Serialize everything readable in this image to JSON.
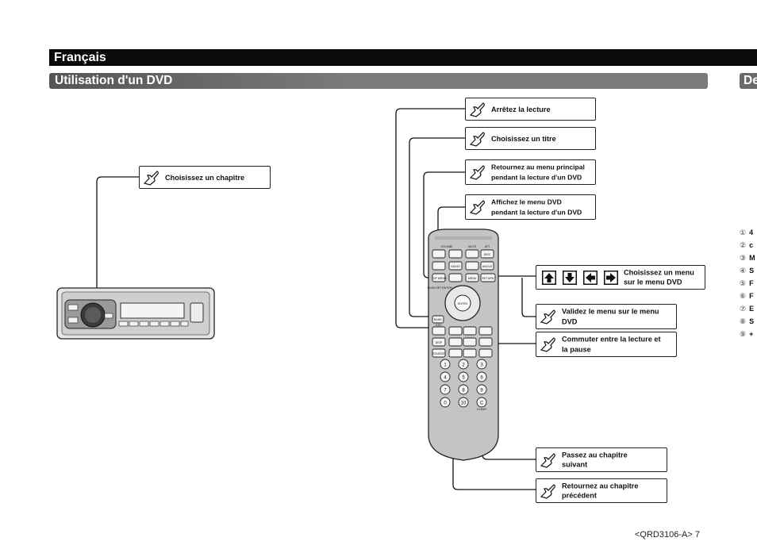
{
  "header": {
    "language": "Français",
    "section_title": "Utilisation d'un DVD",
    "next_section_fragment": "De"
  },
  "callouts": {
    "head_unit_chapter": [
      "Choisissez un chapitre"
    ],
    "stop": [
      "Arrêtez la lecture"
    ],
    "title": [
      "Choisissez un titre"
    ],
    "main_menu": [
      "Retournez au menu principal",
      "pendant la lecture d'un DVD"
    ],
    "dvd_menu": [
      "Affichez le menu DVD",
      "pendant la lecture d'un DVD"
    ],
    "menu_select": [
      "Choisissez un menu",
      "sur le menu DVD"
    ],
    "confirm": [
      "Validez le menu sur le menu",
      "DVD"
    ],
    "play_pause": [
      "Commuter entre la lecture et",
      "la pause"
    ],
    "next_chapter": [
      "Passez au chapitre",
      "suivant"
    ],
    "prev_chapter": [
      "Retournez au chapitre",
      "précédent"
    ]
  },
  "remote_labels": {
    "volume": "VOLUME",
    "mute": "MUTE",
    "att": "ATT",
    "disc": "DISC",
    "audio": "AUDIO",
    "angle": "ANGLE",
    "top_menu": "TOP MENU",
    "menu": "MENU",
    "return": "RETURN",
    "push_set": "PUSH SET ENTER",
    "enter": "ENTER",
    "band": "BAND",
    "esc": "ESC",
    "display": "DISP",
    "source": "SOURCE",
    "clear": "CLEAR",
    "keys": [
      "1",
      "2",
      "3",
      "4",
      "5",
      "6",
      "7",
      "8",
      "9",
      "0",
      "10",
      "C"
    ]
  },
  "side_list": [
    {
      "num": "①",
      "frag": "4"
    },
    {
      "num": "②",
      "frag": "c"
    },
    {
      "num": "③",
      "frag": "M"
    },
    {
      "num": "④",
      "frag": "S"
    },
    {
      "num": "⑤",
      "frag": "F"
    },
    {
      "num": "⑥",
      "frag": "F"
    },
    {
      "num": "⑦",
      "frag": "E"
    },
    {
      "num": "⑧",
      "frag": "S"
    },
    {
      "num": "⑨",
      "frag": "+"
    }
  ],
  "footer": "<QRD3106-A> 7",
  "colors": {
    "bar_dark": "#0a0a0a",
    "bar_gray": "#777777",
    "remote_body": "#bdbdbd"
  }
}
